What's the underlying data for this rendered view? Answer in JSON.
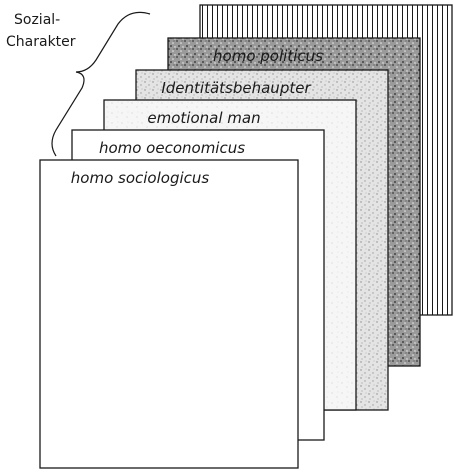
{
  "diagram": {
    "sheets": [
      {
        "label": "",
        "pattern": "vertical-lines"
      },
      {
        "label": "homo politicus",
        "pattern": "dense-stipple"
      },
      {
        "label": "Identitätsbehaupter",
        "pattern": "light-stipple"
      },
      {
        "label": "emotional man",
        "pattern": "faint-stipple"
      },
      {
        "label": "homo oeconomicus",
        "pattern": "plain"
      },
      {
        "label": "homo sociologicus",
        "pattern": "plain"
      }
    ],
    "side_label_line1": "Sozial-",
    "side_label_line2": "Charakter",
    "colors": {
      "ink": "#1a1a1a",
      "paper": "#ffffff",
      "dense": "#8a8a8a",
      "light": "#d6d6d6"
    }
  }
}
